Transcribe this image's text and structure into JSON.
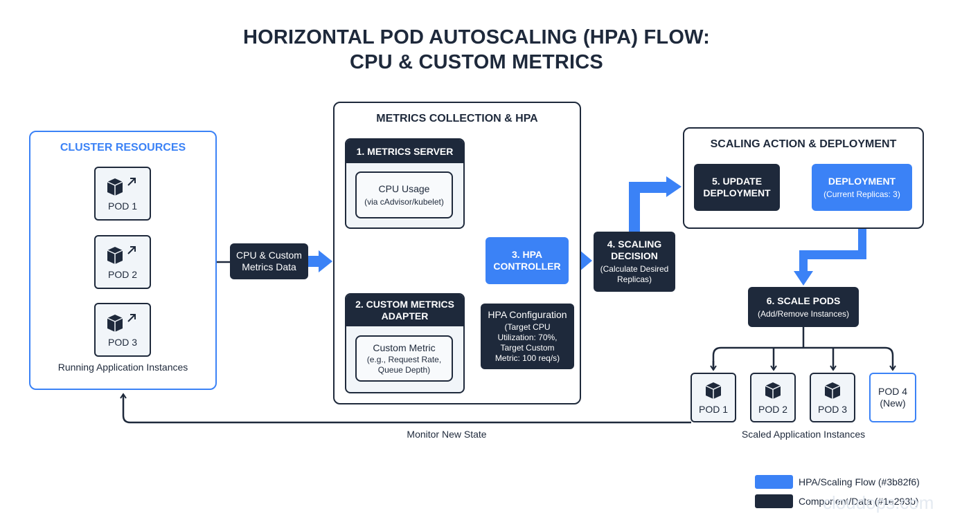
{
  "title": {
    "line1": "HORIZONTAL POD AUTOSCALING (HPA) FLOW:",
    "line2": "CPU & CUSTOM METRICS"
  },
  "cluster": {
    "title": "CLUSTER RESOURCES",
    "pods": [
      "POD 1",
      "POD 2",
      "POD 3"
    ],
    "caption": "Running Application Instances"
  },
  "metrics_data": {
    "line1": "CPU & Custom",
    "line2": "Metrics Data"
  },
  "metrics_panel": {
    "title": "METRICS COLLECTION & HPA",
    "metrics_server": {
      "header": "1. METRICS SERVER",
      "inner_title": "CPU Usage",
      "inner_sub": "(via cAdvisor/kubelet)"
    },
    "custom_adapter": {
      "header_line1": "2. CUSTOM METRICS",
      "header_line2": "ADAPTER",
      "inner_title": "Custom Metric",
      "inner_sub1": "(e.g., Request Rate,",
      "inner_sub2": "Queue Depth)"
    },
    "hpa_controller": {
      "line1": "3. HPA",
      "line2": "CONTROLLER"
    },
    "hpa_config": {
      "title": "HPA Configuration",
      "line1": "(Target CPU",
      "line2": "Utilization: 70%,",
      "line3": "Target Custom",
      "line4": "Metric: 100 req/s)"
    }
  },
  "scaling_decision": {
    "line1": "4. SCALING",
    "line2": "DECISION",
    "sub1": "(Calculate Desired",
    "sub2": "Replicas)"
  },
  "scaling_panel": {
    "title": "SCALING ACTION & DEPLOYMENT",
    "update": {
      "line1": "5. UPDATE",
      "line2": "DEPLOYMENT"
    },
    "deployment": {
      "title": "DEPLOYMENT",
      "sub": "(Current Replicas: 3)"
    }
  },
  "scale_pods": {
    "title": "6. SCALE PODS",
    "sub": "(Add/Remove Instances)"
  },
  "scaled_pods": {
    "pods": [
      "POD 1",
      "POD 2",
      "POD 3"
    ],
    "new_pod_line1": "POD 4",
    "new_pod_line2": "(New)",
    "caption": "Scaled Application Instances"
  },
  "monitor_label": "Monitor New State",
  "legend": {
    "items": [
      {
        "label": "HPA/Scaling Flow (#3b82f6)",
        "color": "#3b82f6"
      },
      {
        "label": "Component/Data (#1e293b)",
        "color": "#1e293b"
      }
    ]
  },
  "watermark": "cloudops.com",
  "colors": {
    "accent": "#3b82f6",
    "dark": "#1e293b"
  }
}
